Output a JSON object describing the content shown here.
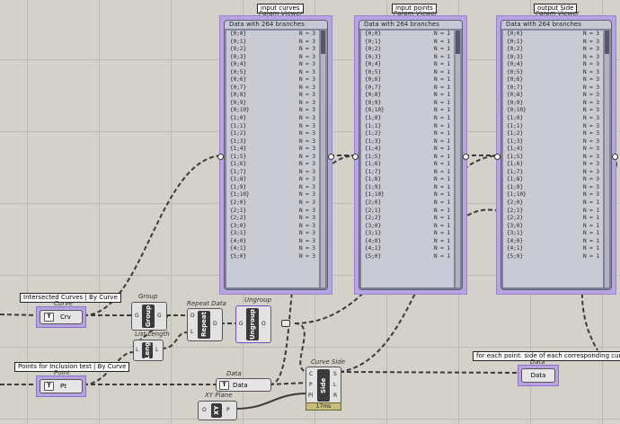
{
  "viewers": [
    {
      "name": "input-curves",
      "tag": "input curves",
      "caption": "Param Viewer",
      "header": "Data with 264 branches",
      "rows": [
        {
          "path": "{0;0}",
          "n": "N = 3"
        },
        {
          "path": "{0;1}",
          "n": "N = 3"
        },
        {
          "path": "{0;2}",
          "n": "N = 3"
        },
        {
          "path": "{0;3}",
          "n": "N = 3"
        },
        {
          "path": "{0;4}",
          "n": "N = 3"
        },
        {
          "path": "{0;5}",
          "n": "N = 3"
        },
        {
          "path": "{0;6}",
          "n": "N = 3"
        },
        {
          "path": "{0;7}",
          "n": "N = 3"
        },
        {
          "path": "{0;8}",
          "n": "N = 3"
        },
        {
          "path": "{0;9}",
          "n": "N = 3"
        },
        {
          "path": "{0;10}",
          "n": "N = 3"
        },
        {
          "path": "{1;0}",
          "n": "N = 3"
        },
        {
          "path": "{1;1}",
          "n": "N = 3"
        },
        {
          "path": "{1;2}",
          "n": "N = 3"
        },
        {
          "path": "{1;3}",
          "n": "N = 3"
        },
        {
          "path": "{1;4}",
          "n": "N = 3"
        },
        {
          "path": "{1;5}",
          "n": "N = 3"
        },
        {
          "path": "{1;6}",
          "n": "N = 3"
        },
        {
          "path": "{1;7}",
          "n": "N = 3"
        },
        {
          "path": "{1;8}",
          "n": "N = 3"
        },
        {
          "path": "{1;9}",
          "n": "N = 3"
        },
        {
          "path": "{1;10}",
          "n": "N = 3"
        },
        {
          "path": "{2;0}",
          "n": "N = 3"
        },
        {
          "path": "{2;1}",
          "n": "N = 3"
        },
        {
          "path": "{2;2}",
          "n": "N = 3"
        },
        {
          "path": "{3;0}",
          "n": "N = 3"
        },
        {
          "path": "{3;1}",
          "n": "N = 3"
        },
        {
          "path": "{4;0}",
          "n": "N = 3"
        },
        {
          "path": "{4;1}",
          "n": "N = 3"
        },
        {
          "path": "{5;0}",
          "n": "N = 3"
        }
      ]
    },
    {
      "name": "input-points",
      "tag": "input points",
      "caption": "Param Viewer",
      "header": "Data with 264 branches",
      "rows": [
        {
          "path": "{0;0}",
          "n": "N = 1"
        },
        {
          "path": "{0;1}",
          "n": "N = 1"
        },
        {
          "path": "{0;2}",
          "n": "N = 1"
        },
        {
          "path": "{0;3}",
          "n": "N = 1"
        },
        {
          "path": "{0;4}",
          "n": "N = 1"
        },
        {
          "path": "{0;5}",
          "n": "N = 1"
        },
        {
          "path": "{0;6}",
          "n": "N = 1"
        },
        {
          "path": "{0;7}",
          "n": "N = 1"
        },
        {
          "path": "{0;8}",
          "n": "N = 1"
        },
        {
          "path": "{0;9}",
          "n": "N = 1"
        },
        {
          "path": "{0;10}",
          "n": "N = 1"
        },
        {
          "path": "{1;0}",
          "n": "N = 1"
        },
        {
          "path": "{1;1}",
          "n": "N = 1"
        },
        {
          "path": "{1;2}",
          "n": "N = 1"
        },
        {
          "path": "{1;3}",
          "n": "N = 1"
        },
        {
          "path": "{1;4}",
          "n": "N = 1"
        },
        {
          "path": "{1;5}",
          "n": "N = 1"
        },
        {
          "path": "{1;6}",
          "n": "N = 1"
        },
        {
          "path": "{1;7}",
          "n": "N = 1"
        },
        {
          "path": "{1;8}",
          "n": "N = 1"
        },
        {
          "path": "{1;9}",
          "n": "N = 1"
        },
        {
          "path": "{1;10}",
          "n": "N = 1"
        },
        {
          "path": "{2;0}",
          "n": "N = 1"
        },
        {
          "path": "{2;1}",
          "n": "N = 1"
        },
        {
          "path": "{2;2}",
          "n": "N = 1"
        },
        {
          "path": "{3;0}",
          "n": "N = 1"
        },
        {
          "path": "{3;1}",
          "n": "N = 1"
        },
        {
          "path": "{4;0}",
          "n": "N = 1"
        },
        {
          "path": "{4;1}",
          "n": "N = 1"
        },
        {
          "path": "{5;0}",
          "n": "N = 1"
        }
      ]
    },
    {
      "name": "output-side",
      "tag": "output Side",
      "caption": "Param Viewer",
      "header": "Data with 264 branches",
      "rows": [
        {
          "path": "{0;0}",
          "n": "N = 3"
        },
        {
          "path": "{0;1}",
          "n": "N = 3"
        },
        {
          "path": "{0;2}",
          "n": "N = 3"
        },
        {
          "path": "{0;3}",
          "n": "N = 3"
        },
        {
          "path": "{0;4}",
          "n": "N = 3"
        },
        {
          "path": "{0;5}",
          "n": "N = 3"
        },
        {
          "path": "{0;6}",
          "n": "N = 3"
        },
        {
          "path": "{0;7}",
          "n": "N = 3"
        },
        {
          "path": "{0;8}",
          "n": "N = 3"
        },
        {
          "path": "{0;9}",
          "n": "N = 3"
        },
        {
          "path": "{0;10}",
          "n": "N = 3"
        },
        {
          "path": "{1;0}",
          "n": "N = 3"
        },
        {
          "path": "{1;1}",
          "n": "N = 3"
        },
        {
          "path": "{1;2}",
          "n": "N = 3"
        },
        {
          "path": "{1;3}",
          "n": "N = 3"
        },
        {
          "path": "{1;4}",
          "n": "N = 3"
        },
        {
          "path": "{1;5}",
          "n": "N = 3"
        },
        {
          "path": "{1;6}",
          "n": "N = 3"
        },
        {
          "path": "{1;7}",
          "n": "N = 3"
        },
        {
          "path": "{1;8}",
          "n": "N = 3"
        },
        {
          "path": "{1;9}",
          "n": "N = 3"
        },
        {
          "path": "{1;10}",
          "n": "N = 3"
        },
        {
          "path": "{2;0}",
          "n": "N = 1"
        },
        {
          "path": "{2;1}",
          "n": "N = 1"
        },
        {
          "path": "{2;2}",
          "n": "N = 1"
        },
        {
          "path": "{3;0}",
          "n": "N = 1"
        },
        {
          "path": "{3;1}",
          "n": "N = 1"
        },
        {
          "path": "{4;0}",
          "n": "N = 1"
        },
        {
          "path": "{4;1}",
          "n": "N = 1"
        },
        {
          "path": "{5;0}",
          "n": "N = 1"
        }
      ]
    }
  ],
  "curve_param": {
    "tag": "Intersected Curves | By Curve",
    "caption": "Curve",
    "label": "Crv",
    "badge": "T"
  },
  "point_param": {
    "tag": "Points for Inclusion test | By Curve",
    "caption": "Point",
    "label": "Pt",
    "badge": "T"
  },
  "group_comp": {
    "caption": "Group",
    "label": "Group",
    "in": "G",
    "out": "G"
  },
  "list_length": {
    "caption": "List Length",
    "label": "Leng",
    "in": "L",
    "out": "L"
  },
  "repeat_data": {
    "caption": "Repeat Data",
    "label": "Repeat",
    "in1": "D",
    "in2": "L",
    "out": "D"
  },
  "ungroup": {
    "caption": "Ungroup",
    "label": "Ungroup",
    "in": "G",
    "out": "O"
  },
  "data_mid": {
    "caption": "Data",
    "label": "Data",
    "badge": "T"
  },
  "xy_plane": {
    "caption": "XY Plane",
    "label": "XY",
    "in": "O",
    "out": "P"
  },
  "curve_side": {
    "caption": "Curve Side",
    "label": "Side",
    "in1": "C",
    "in2": "P",
    "in3": "Pl",
    "out1": "S",
    "out2": "L",
    "out3": "R",
    "timer": "17ms"
  },
  "data_out": {
    "tag": "for each point: side of each corresponding curves",
    "caption": "Data",
    "label": "Data"
  },
  "colors": {
    "canvas": "#d4d1ca",
    "group": "#b8a4e2",
    "component": "#3a3a3a",
    "viewer": "#8e90a2"
  }
}
